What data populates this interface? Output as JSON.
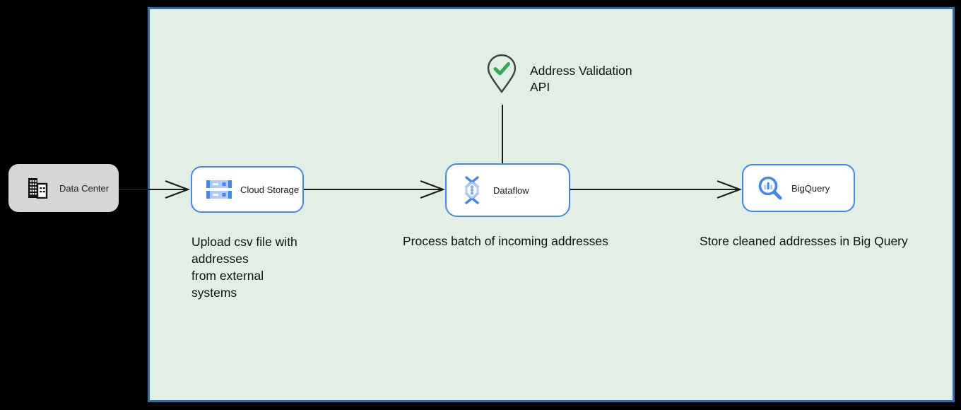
{
  "diagram": {
    "title_hint": "Address validation batch pipeline",
    "nodes": {
      "data_center": {
        "label": "Data Center",
        "icon": "building-icon"
      },
      "cloud_storage": {
        "label": "Cloud Storage",
        "icon": "cloud-storage-icon",
        "caption": "Upload csv file with\naddresses\nfrom external\nsystems"
      },
      "dataflow": {
        "label": "Dataflow",
        "icon": "dataflow-icon",
        "caption": "Process batch of incoming addresses"
      },
      "bigquery": {
        "label": "BigQuery",
        "icon": "bigquery-icon",
        "caption": "Store cleaned addresses in Big Query"
      }
    },
    "api_marker": {
      "label": "Address Validation\nAPI",
      "icon": "location-pin-check-icon"
    },
    "edges": [
      {
        "from": "data_center",
        "to": "cloud_storage"
      },
      {
        "from": "cloud_storage",
        "to": "dataflow"
      },
      {
        "from": "dataflow",
        "to": "bigquery"
      },
      {
        "from": "address_validation_api",
        "to": "dataflow"
      }
    ],
    "colors": {
      "canvas_bg": "#000000",
      "panel_bg": "#e2efe5",
      "panel_border": "#2d6fad",
      "node_border": "#4285f4",
      "node_bg": "#ffffff",
      "data_center_bg": "#d6d6d6",
      "icon_blue": "#4285f4",
      "icon_blue_light": "#aecbfa",
      "check_green": "#34a853",
      "pin_outline": "#3c4043",
      "connector": "#1a1a1a"
    }
  }
}
